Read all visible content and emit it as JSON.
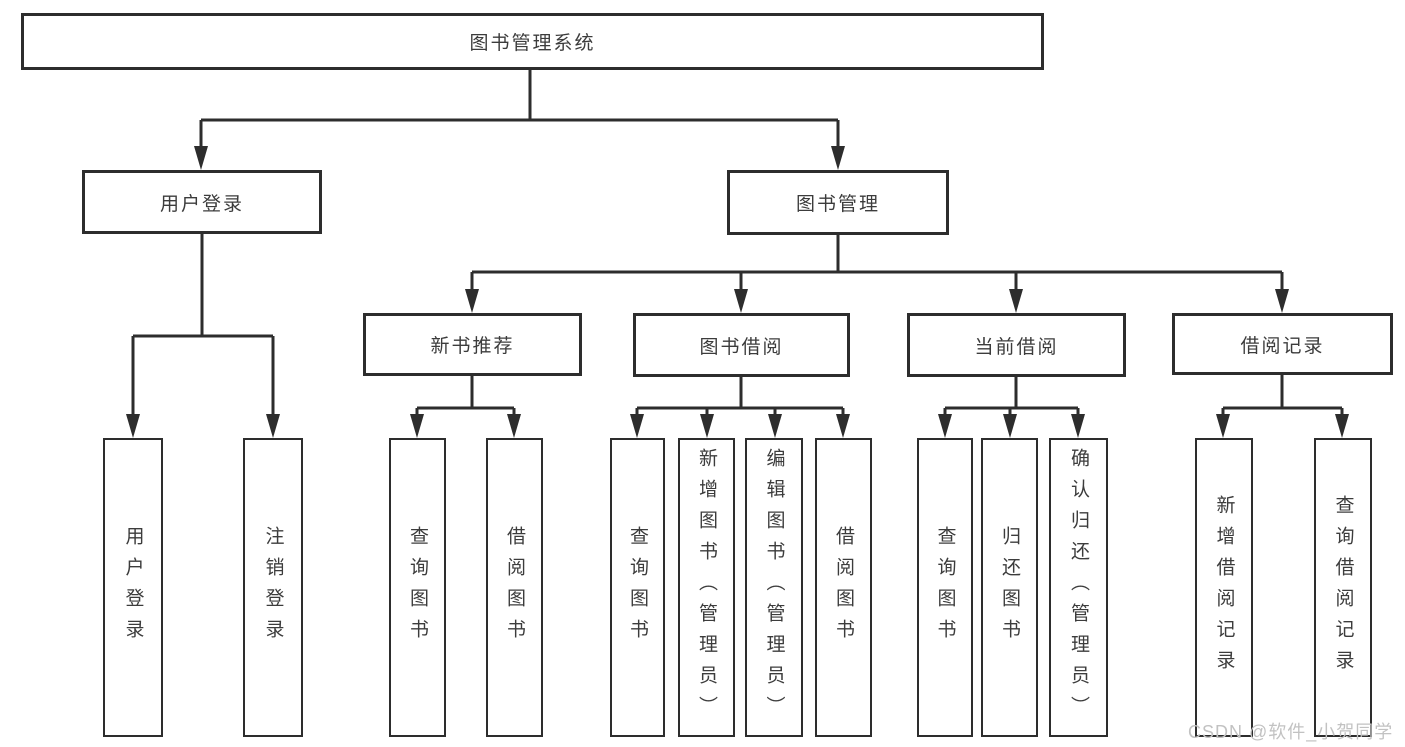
{
  "tree": {
    "label": "图书管理系统",
    "children": [
      {
        "label": "用户登录",
        "children": [
          {
            "label": "用户登录"
          },
          {
            "label": "注销登录"
          }
        ]
      },
      {
        "label": "图书管理",
        "children": [
          {
            "label": "新书推荐",
            "children": [
              {
                "label": "查询图书"
              },
              {
                "label": "借阅图书"
              }
            ]
          },
          {
            "label": "图书借阅",
            "children": [
              {
                "label": "查询图书"
              },
              {
                "label": "新增图书（管理员）"
              },
              {
                "label": "编辑图书（管理员）"
              },
              {
                "label": "借阅图书"
              }
            ]
          },
          {
            "label": "当前借阅",
            "children": [
              {
                "label": "查询图书"
              },
              {
                "label": "归还图书"
              },
              {
                "label": "确认归还（管理员）"
              }
            ]
          },
          {
            "label": "借阅记录",
            "children": [
              {
                "label": "新增借阅记录"
              },
              {
                "label": "查询借阅记录"
              }
            ]
          }
        ]
      }
    ]
  },
  "watermark": {
    "text": "CSDN @软件_小贺同学"
  },
  "colors": {
    "line": "#2d2d2d",
    "text": "#3c3c3c",
    "bg": "#ffffff",
    "watermark": "#c2c2c2"
  }
}
